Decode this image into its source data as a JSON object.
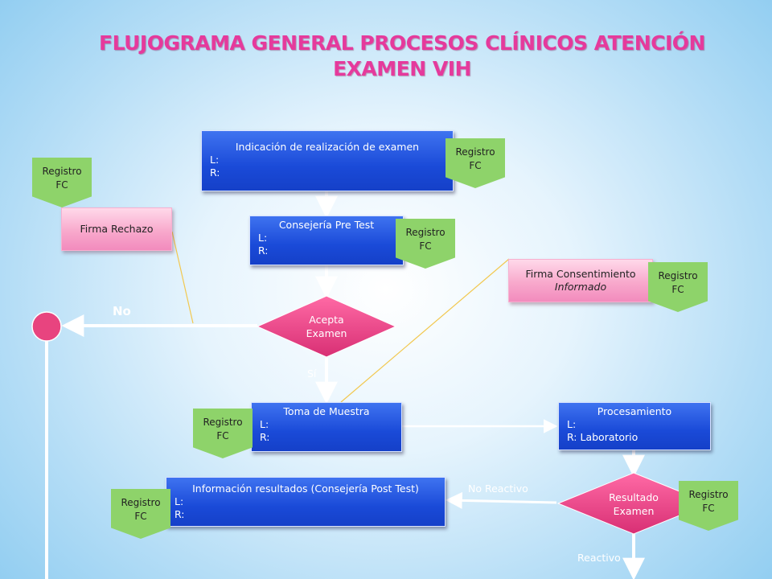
{
  "title_line1": "FLUJOGRAMA GENERAL PROCESOS CLÍNICOS ATENCIÓN",
  "title_line2": "EXAMEN VIH",
  "nodes": {
    "indicacion": {
      "title": "Indicación de realización de examen",
      "l": "L:",
      "r": "R:"
    },
    "consejeria_pre": {
      "title": "Consejería Pre Test",
      "l": "L:",
      "r": "R:"
    },
    "acepta": {
      "line1": "Acepta",
      "line2": "Examen"
    },
    "toma": {
      "title": "Toma de Muestra",
      "l": "L:",
      "r": "R:"
    },
    "procesamiento": {
      "title": "Procesamiento",
      "l": "L:",
      "r": "R: Laboratorio"
    },
    "informacion": {
      "title": "Información resultados (Consejería Post Test)",
      "l": "L:",
      "r": "R:"
    },
    "resultado": {
      "line1": "Resultado",
      "line2": "Examen"
    },
    "firma_rechazo": {
      "title": "Firma Rechazo"
    },
    "firma_consentimiento": {
      "line1": "Firma Consentimiento",
      "line2": "Informado"
    }
  },
  "tags": {
    "line1": "Registro",
    "line2": "FC"
  },
  "labels": {
    "no": "No",
    "si": "Sí",
    "no_reactivo": "No Reactivo",
    "reactivo": "Reactivo"
  },
  "colors": {
    "process": "#1a4ad8",
    "decision": "#e83f87",
    "title": "#e53a9c",
    "tag": "#8ed36a",
    "pink_box": "#f8a9cc"
  }
}
